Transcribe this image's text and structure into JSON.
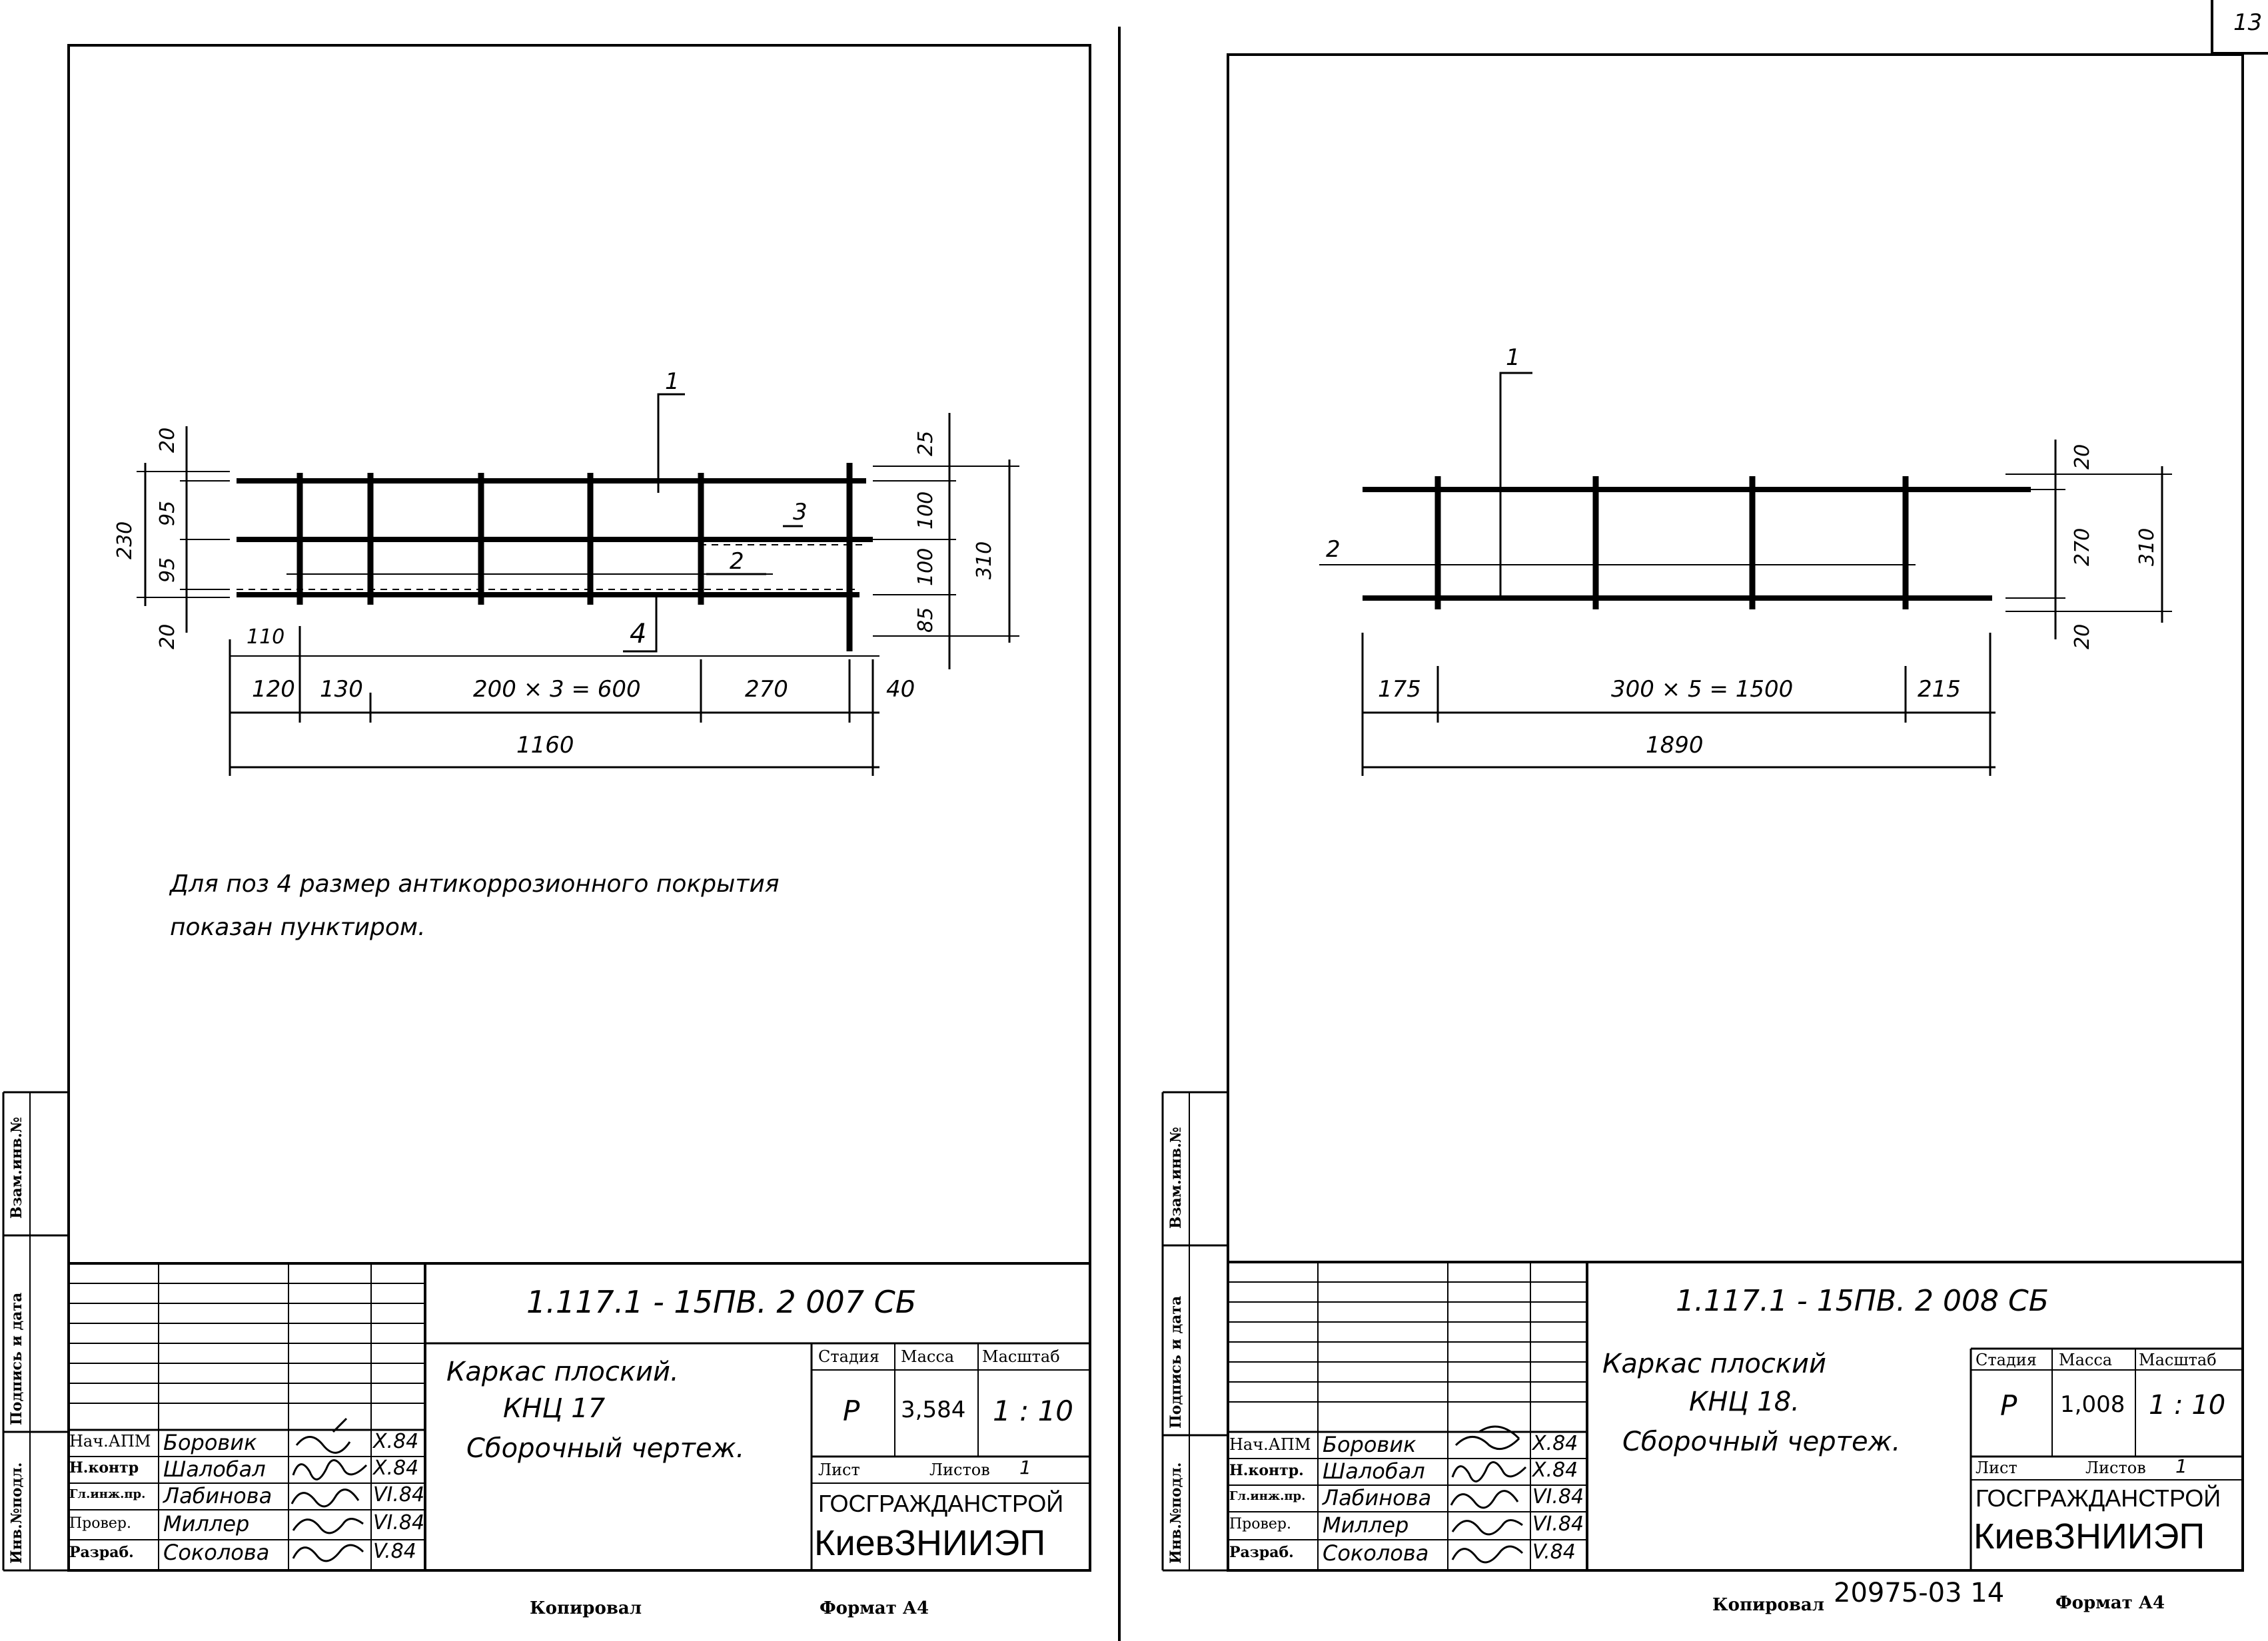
{
  "page": {
    "page_number": "13",
    "divider": true
  },
  "sheets": [
    {
      "id": "left",
      "title_block": {
        "designation": "1.117.1 - 15ПВ. 2 007 СБ",
        "name_lines": [
          "Каркас плоский.",
          "КНЦ 17",
          "Сборочный чертеж."
        ],
        "stage_label": "Стадия",
        "mass_label": "Масса",
        "scale_label": "Масштаб",
        "stage_value": "Р",
        "mass_value": "3,584",
        "scale_value": "1 : 10",
        "sheet_label": "Лист",
        "sheets_label": "Листов",
        "sheets_value": "1",
        "org_line1": "ГОСГРАЖДАНСТРОЙ",
        "org_line2": "КиевЗНИИЭП",
        "signers": [
          {
            "role": "Нач.АПМ",
            "name": "Боровик",
            "date": "X.84"
          },
          {
            "role": "Н.контр",
            "name": "Шалобал",
            "date": "X.84"
          },
          {
            "role": "Гл.инж.пр.",
            "name": "Лабинова",
            "date": "VI.84"
          },
          {
            "role": "Провер.",
            "name": "Миллер",
            "date": "VI.84"
          },
          {
            "role": "Разраб.",
            "name": "Соколова",
            "date": "V.84"
          }
        ]
      },
      "side_labels": [
        "Взам.инв.№",
        "Подпись и дата",
        "Инв.№подл."
      ],
      "note_lines": [
        "Для поз 4 размер антикоррозионного покрытия",
        "показан пунктиром."
      ],
      "dimensions": {
        "horizontal": [
          "110",
          "120",
          "130",
          "200 × 3 = 600",
          "270",
          "40",
          "1160"
        ],
        "vertical_left": [
          "20",
          "95",
          "95",
          "20",
          "230"
        ],
        "vertical_right": [
          "25",
          "100",
          "100",
          "85",
          "310"
        ]
      },
      "leaders": [
        "1",
        "2",
        "3",
        "4"
      ],
      "footer": {
        "copied": "Копировал",
        "format": "Формат А4"
      }
    },
    {
      "id": "right",
      "title_block": {
        "designation": "1.117.1 - 15ПВ. 2 008 СБ",
        "name_lines": [
          "Каркас плоский",
          "КНЦ 18.",
          "Сборочный чертеж."
        ],
        "stage_label": "Стадия",
        "mass_label": "Масса",
        "scale_label": "Масштаб",
        "stage_value": "Р",
        "mass_value": "1,008",
        "scale_value": "1 : 10",
        "sheet_label": "Лист",
        "sheets_label": "Листов",
        "sheets_value": "1",
        "org_line1": "ГОСГРАЖДАНСТРОЙ",
        "org_line2": "КиевЗНИИЭП",
        "signers": [
          {
            "role": "Нач.АПМ",
            "name": "Боровик",
            "date": "X.84"
          },
          {
            "role": "Н.контр.",
            "name": "Шалобал",
            "date": "X.84"
          },
          {
            "role": "Гл.инж.пр.",
            "name": "Лабинова",
            "date": "VI.84"
          },
          {
            "role": "Провер.",
            "name": "Миллер",
            "date": "VI.84"
          },
          {
            "role": "Разраб.",
            "name": "Соколова",
            "date": "V.84"
          }
        ]
      },
      "side_labels": [
        "Взам.инв.№",
        "Подпись и дата",
        "Инв.№подл."
      ],
      "dimensions": {
        "horizontal": [
          "175",
          "300 × 5 = 1500",
          "215",
          "1890"
        ],
        "vertical_right": [
          "20",
          "270",
          "20",
          "310"
        ]
      },
      "leaders": [
        "1",
        "2"
      ],
      "footer": {
        "copied": "Копировал",
        "format": "Формат А4",
        "stamp": "20975-03 14"
      }
    }
  ]
}
